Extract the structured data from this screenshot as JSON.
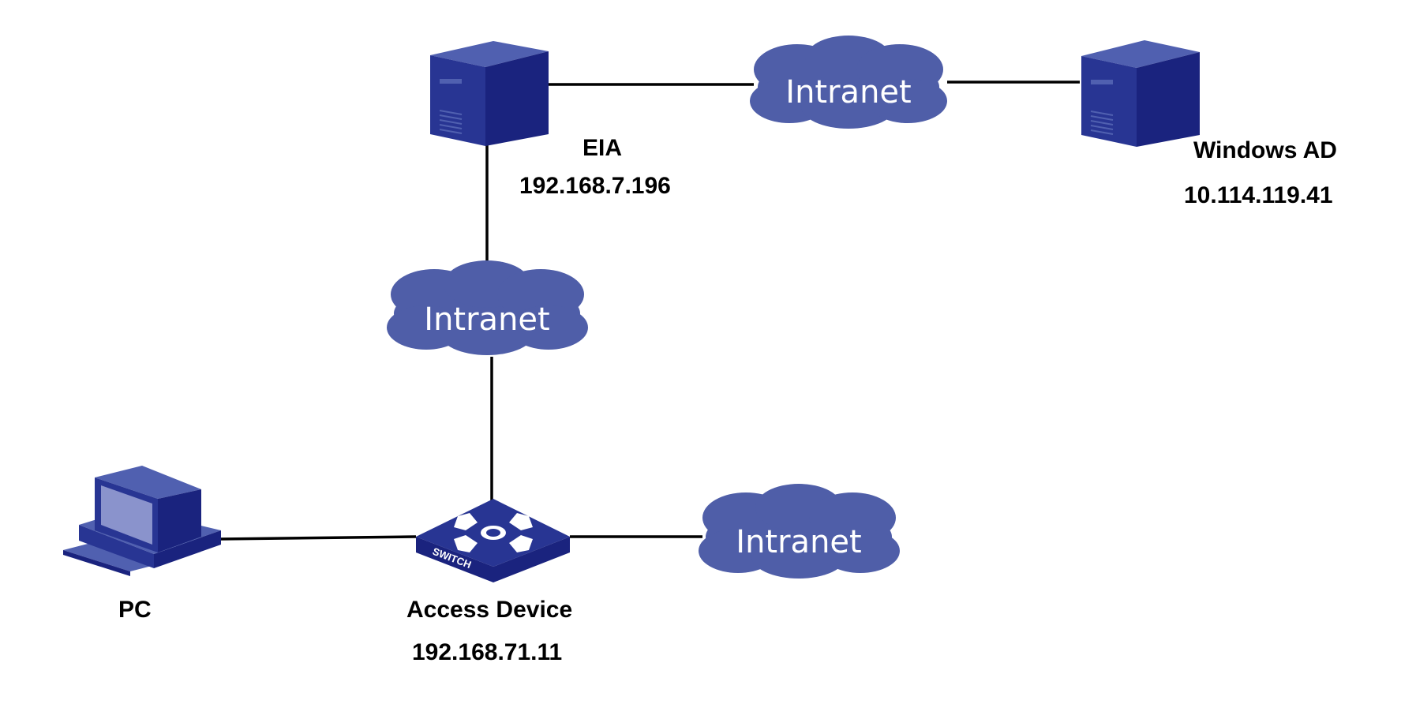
{
  "colors": {
    "device_main": "#283593",
    "device_dark": "#1a237e",
    "device_light": "#5060b0",
    "cloud": "#4f5ea8",
    "screen": "#8a93cc",
    "line": "#000000"
  },
  "nodes": {
    "eia": {
      "name": "EIA",
      "ip": "192.168.7.196",
      "icon": "server-icon"
    },
    "windows_ad": {
      "name": "Windows AD",
      "ip": "10.114.119.41",
      "icon": "server-icon"
    },
    "pc": {
      "name": "PC",
      "icon": "pc-icon"
    },
    "access_device": {
      "name": "Access Device",
      "ip": "192.168.71.11",
      "icon": "switch-icon",
      "badge": "SWITCH"
    }
  },
  "clouds": {
    "top": {
      "label": "Intranet"
    },
    "middle": {
      "label": "Intranet"
    },
    "bottom": {
      "label": "Intranet"
    }
  }
}
